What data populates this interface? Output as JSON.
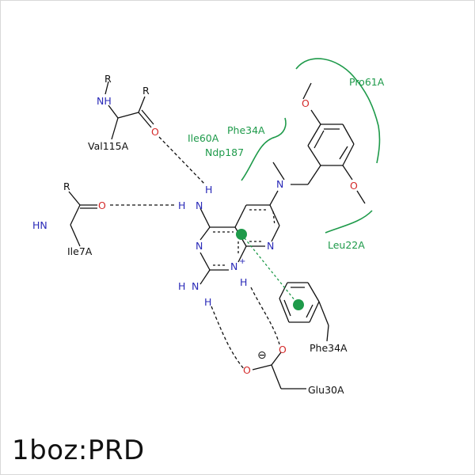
{
  "title": "1boz:PRD",
  "residues": {
    "val115": "Val115A",
    "ile7": "Ile7A",
    "ile60": "Ile60A",
    "phe34_top": "Phe34A",
    "ndp187": "Ndp187",
    "pro61": "Pro61A",
    "leu22": "Leu22A",
    "phe34_ring": "Phe34A",
    "glu30": "Glu30A"
  },
  "atoms": {
    "r_val_n": "R",
    "nh_val": "NH",
    "r_val_c": "R",
    "o_val": "O",
    "r_ile": "R",
    "o_ile": "O",
    "hn_ile": "HN",
    "h_top": "H",
    "h_mid": "H",
    "n_amino_top": "N",
    "n_ring_left": "N",
    "n_plus": "N",
    "plus": "+",
    "h_nplus": "H",
    "h_left_amino": "H",
    "n_left_amino": "N",
    "h_left_amino2": "H",
    "n_methyl": "N",
    "n_pyr": "N",
    "o_top": "O",
    "o_bottom": "O",
    "o_glu1": "O",
    "o_glu2": "O",
    "minus": "⊖"
  },
  "colors": {
    "nitrogen": "#2a2ab8",
    "oxygen": "#d42a2a",
    "carbon_bond": "#111111",
    "hydrophobic_arc": "#1e9a4a",
    "pi_stack": "#1e9a4a"
  }
}
